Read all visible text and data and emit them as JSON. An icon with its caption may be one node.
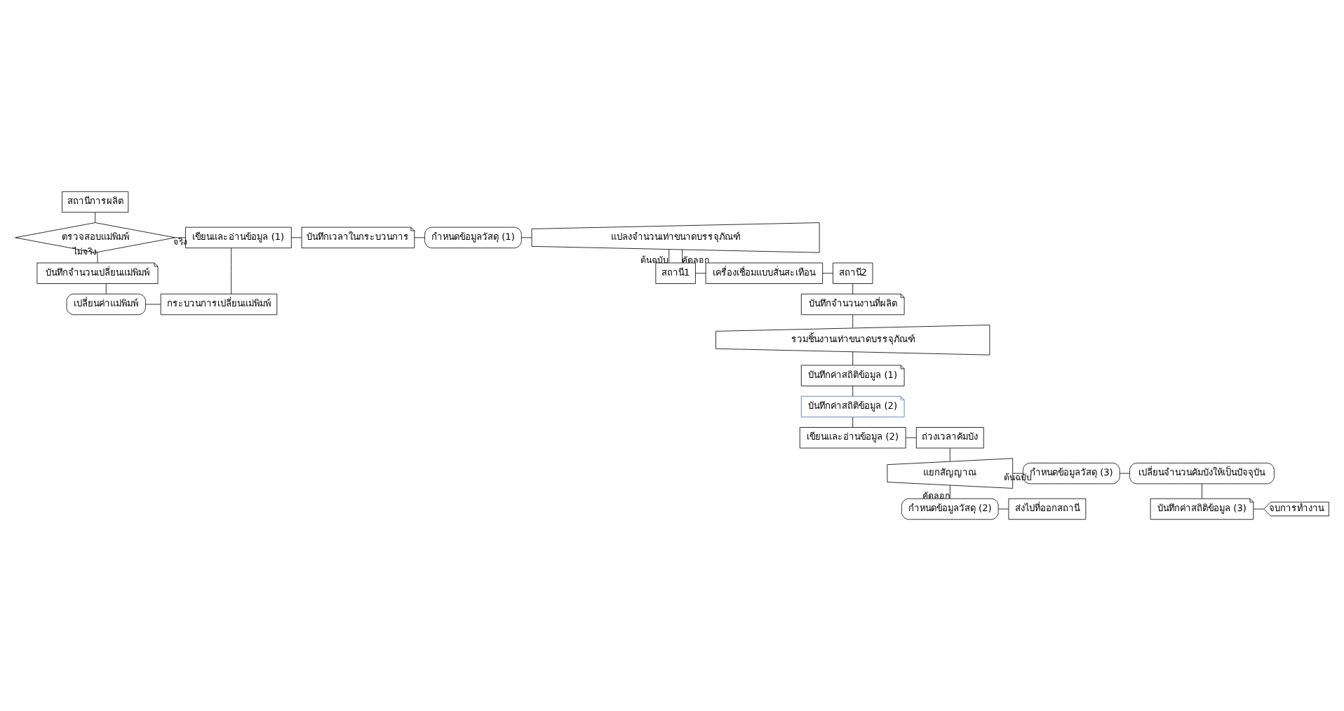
{
  "diagram": {
    "nodes": [
      {
        "text": [
          "สถานีการผลิต"
        ]
      },
      {
        "text": [
          "ตรวจสอบแม่พิมพ์"
        ]
      },
      {
        "text": [
          "เขียนและอ่านข้อมูล (1)"
        ]
      },
      {
        "text": [
          "บันทึกเวลาในกระบวนการ"
        ]
      },
      {
        "text": [
          "กำหนดข้อมูลวัสดุ (1)"
        ]
      },
      {
        "text": [
          "แปลงจำนวนเท่าขนาดบรรจุภัณฑ์"
        ]
      },
      {
        "text": [
          "บันทึกจำนวนเปลี่ยนแม่พิมพ์"
        ]
      },
      {
        "text": [
          "เปลี่ยนค่าแม่พิมพ์"
        ]
      },
      {
        "text": [
          "กระบวนการเปลี่ยนแม่พิมพ์"
        ]
      },
      {
        "text": [
          "สถานี1"
        ]
      },
      {
        "text": [
          "เครื่องเชื่อมแบบสั่นสะเทือน"
        ]
      },
      {
        "text": [
          "สถานี2"
        ]
      },
      {
        "text": [
          "บันทึกจำนวนงานที่ผลิต"
        ]
      },
      {
        "text": [
          "รวมชิ้นงานเท่าขนาดบรรจุภัณฑ์"
        ]
      },
      {
        "text": [
          "บันทึกค่าสถิติข้อมูล (1)"
        ]
      },
      {
        "text": [
          "บันทึกค่าสถิติข้อมูล (2)"
        ]
      },
      {
        "text": [
          "เขียนและอ่านข้อมูล (2)"
        ]
      },
      {
        "text": [
          "ถ่วงเวลาคัมบัง"
        ]
      },
      {
        "text": [
          "แยกสัญญาณ"
        ]
      },
      {
        "text": [
          "กำหนดข้อมูลวัสดุ (3)"
        ]
      },
      {
        "text": [
          "กำหนดข้อมูลวัสดุ (2)"
        ]
      },
      {
        "text": [
          "ส่งไปที่ออกสถานี"
        ]
      },
      {
        "text": [
          "เปลี่ยนจำนวนคัมบังให้เป็นปัจจุบัน"
        ]
      },
      {
        "text": [
          "บันทึกค่าสถิติข้อมูล (3)"
        ]
      },
      {
        "text": [
          "จบการทำงาน"
        ]
      }
    ],
    "edges": [
      {
        "from": 0,
        "to": 1,
        "arrow": "none"
      },
      {
        "from": 1,
        "to": 2,
        "arrow": "none",
        "label": "จริง"
      },
      {
        "from": 1,
        "to": 6,
        "arrow": "none",
        "label": "ไม่จริง"
      },
      {
        "from": 6,
        "to": 7,
        "arrow": "none"
      },
      {
        "from": 7,
        "to": 8,
        "arrow": "none"
      },
      {
        "from": 8,
        "to": 2,
        "arrow": "none"
      },
      {
        "from": 2,
        "to": 3,
        "arrow": "none"
      },
      {
        "from": 3,
        "to": 4,
        "arrow": "none"
      },
      {
        "from": 4,
        "to": 5,
        "arrow": "none"
      },
      {
        "from": 5,
        "to": 9,
        "arrow": "none",
        "label": "ต้นฉบับ"
      },
      {
        "from": 5,
        "to": 9,
        "arrow": "none",
        "label": "คัดลอก"
      },
      {
        "from": 9,
        "to": 10,
        "arrow": "none"
      },
      {
        "from": 10,
        "to": 11,
        "arrow": "none"
      },
      {
        "from": 11,
        "to": 12,
        "arrow": "none"
      },
      {
        "from": 12,
        "to": 13,
        "arrow": "none"
      },
      {
        "from": 13,
        "to": 14,
        "arrow": "none"
      },
      {
        "from": 14,
        "to": 15,
        "arrow": "none"
      },
      {
        "from": 15,
        "to": 16,
        "arrow": "none"
      },
      {
        "from": 16,
        "to": 17,
        "arrow": "none"
      },
      {
        "from": 17,
        "to": 18,
        "arrow": "none"
      },
      {
        "from": 18,
        "to": 19,
        "arrow": "none",
        "label": "ต้นฉบับ"
      },
      {
        "from": 18,
        "to": 20,
        "arrow": "none",
        "label": "คัดลอก"
      },
      {
        "from": 20,
        "to": 21,
        "arrow": "none"
      },
      {
        "from": 19,
        "to": 22,
        "arrow": "none"
      },
      {
        "from": 22,
        "to": 23,
        "arrow": "none"
      },
      {
        "from": 23,
        "to": 24,
        "arrow": "none"
      }
    ]
  }
}
